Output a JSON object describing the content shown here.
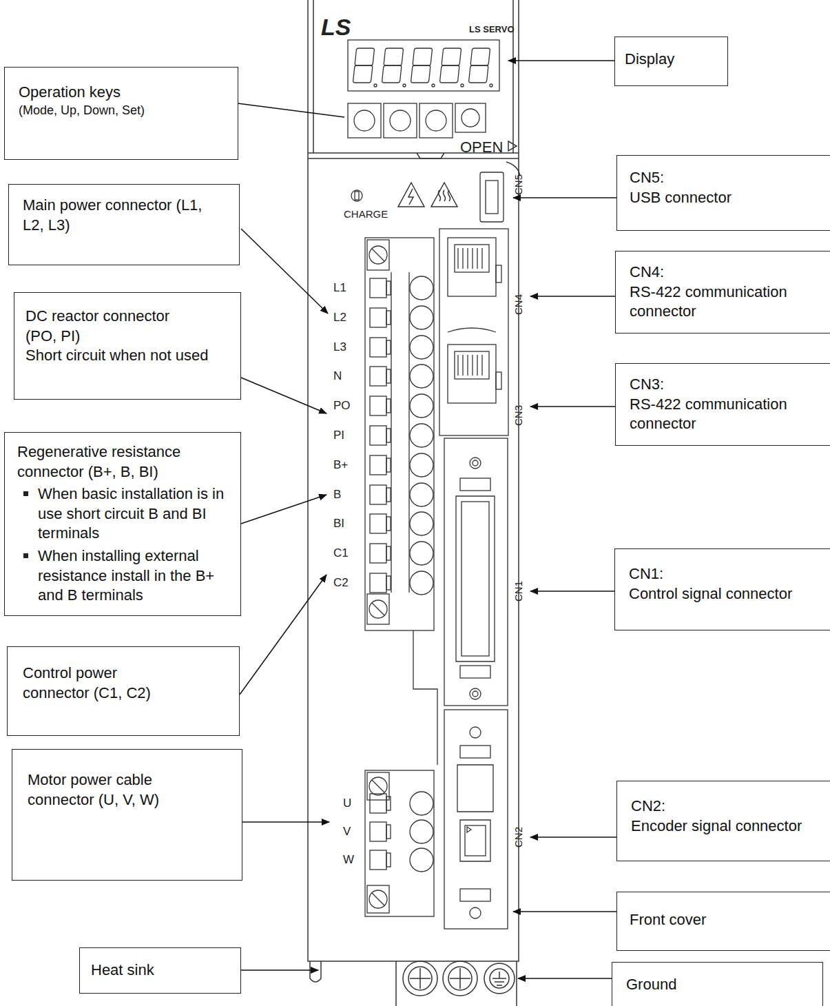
{
  "diagram": {
    "nodes": [
      {
        "text": [
          "Display"
        ]
      },
      {
        "text": [
          "Operation keys",
          "(Mode, Up, Down, Set)"
        ]
      },
      {
        "text": [
          "CN5:",
          "USB connector"
        ]
      },
      {
        "text": [
          "Main power connector (L1, L2, L3)"
        ]
      },
      {
        "text": [
          "CN4:",
          "RS-422 communication connector"
        ]
      },
      {
        "text": [
          "DC reactor connector (PO, PI)",
          "Short circuit when not used"
        ]
      },
      {
        "text": [
          "CN3:",
          "RS-422 communication connector"
        ]
      },
      {
        "text": [
          "Regenerative resistance connector (B+, B, BI)",
          "When basic installation is in use short circuit B and BI terminals",
          "When installing external resistance install in the B+ and B terminals"
        ]
      },
      {
        "text": [
          "CN1:",
          "Control signal connector"
        ]
      },
      {
        "text": [
          "Control power connector (C1, C2)"
        ]
      },
      {
        "text": [
          "Motor power cable connector (U, V, W)"
        ]
      },
      {
        "text": [
          "CN2:",
          "Encoder signal connector"
        ]
      },
      {
        "text": [
          "Front cover"
        ]
      },
      {
        "text": [
          "Heat sink"
        ]
      },
      {
        "text": [
          "Ground"
        ]
      }
    ],
    "labels": [
      "LS",
      "LS SERVO",
      "OPEN",
      "CHARGE",
      "CN5",
      "L1",
      "L2",
      "L3",
      "N",
      "PO",
      "PI",
      "B+",
      "B",
      "BI",
      "C1",
      "C2",
      "CN4",
      "CN3",
      "CN1",
      "U",
      "V",
      "W",
      "CN2"
    ]
  }
}
